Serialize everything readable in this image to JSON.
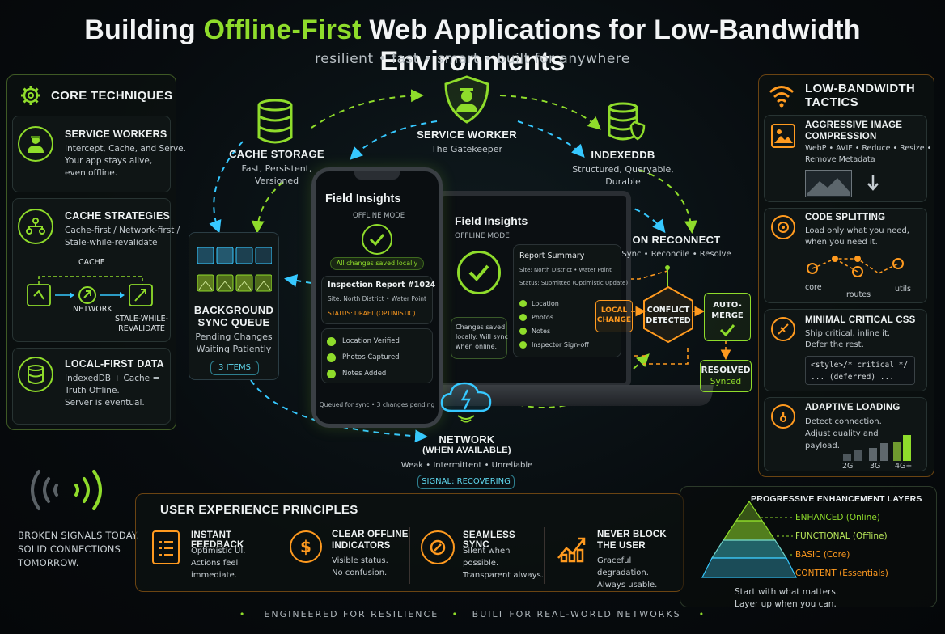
{
  "header": {
    "title_a": "Building ",
    "title_hl": "Offline-First",
    "title_b": " Web Applications for Low-Bandwidth Environments",
    "subtitle": "resilient • fast • smart • built for anywhere"
  },
  "core": {
    "heading": "CORE TECHNIQUES",
    "service_workers": {
      "title": "SERVICE WORKERS",
      "l1": "Intercept, Cache, and Serve.",
      "l2": "Your app stays alive,",
      "l3": "even offline."
    },
    "cache_strategies": {
      "title": "CACHE STRATEGIES",
      "l1": "Cache-first / Network-first /",
      "l2": "Stale-while-revalidate",
      "cache": "CACHE",
      "network": "NETWORK",
      "swr1": "STALE-WHILE-",
      "swr2": "REVALIDATE"
    },
    "local_first": {
      "title": "LOCAL-FIRST DATA",
      "l1": "IndexedDB + Cache =",
      "l2": "Truth Offline.",
      "l3": "Server is eventual."
    }
  },
  "flow": {
    "cache_storage": {
      "title": "CACHE STORAGE",
      "l1": "Fast, Persistent,",
      "l2": "Versioned"
    },
    "service_worker": {
      "title": "SERVICE WORKER",
      "sub": "The Gatekeeper"
    },
    "indexeddb": {
      "title": "INDEXEDDB",
      "l1": "Structured, Queryable,",
      "l2": "Durable"
    },
    "sync_queue": {
      "t1": "BACKGROUND",
      "t2": "SYNC QUEUE",
      "l1": "Pending Changes",
      "l2": "Waiting Patiently",
      "badge": "3 ITEMS"
    },
    "on_reconnect": {
      "title": "ON RECONNECT",
      "sub": "Sync • Reconcile • Resolve"
    },
    "local_change": {
      "l1": "LOCAL",
      "l2": "CHANGE"
    },
    "conflict": {
      "l1": "CONFLICT",
      "l2": "DETECTED"
    },
    "automerge": {
      "l1": "AUTO-",
      "l2": "MERGE"
    },
    "resolved": {
      "l1": "RESOLVED",
      "l2": "Synced"
    },
    "network": {
      "t1": "NETWORK",
      "t2": "(WHEN AVAILABLE)",
      "sub": "Weak • Intermittent • Unreliable",
      "badge": "SIGNAL: RECOVERING"
    }
  },
  "phone": {
    "app": "Field Insights",
    "mode": "OFFLINE MODE",
    "saved": "All changes saved locally",
    "report": "Inspection Report #1024",
    "site": "Site: North District • Water Point",
    "status": "STATUS: DRAFT (OPTIMISTIC)",
    "items": [
      "Location Verified",
      "Photos Captured",
      "Notes Added"
    ],
    "footer": "Queued for sync • 3 changes pending"
  },
  "laptop": {
    "app": "Field Insights",
    "mode": "OFFLINE MODE",
    "note_l1": "Changes saved",
    "note_l2": "locally. Will sync",
    "note_l3": "when online.",
    "summary": "Report Summary",
    "site": "Site: North District • Water Point",
    "status": "Status: Submitted (Optimistic Update)",
    "items": [
      "Location",
      "Photos",
      "Notes",
      "Inspector Sign-off"
    ]
  },
  "tactics": {
    "h1": "LOW-BANDWIDTH",
    "h2": "TACTICS",
    "image": {
      "t1": "AGGRESSIVE IMAGE",
      "t2": "COMPRESSION",
      "l1": "WebP • AVIF • Reduce • Resize •",
      "l2": "Remove Metadata"
    },
    "splitting": {
      "title": "CODE SPLITTING",
      "l1": "Load only what you need,",
      "l2": "when you need it.",
      "core": "core",
      "routes": "routes",
      "utils": "utils"
    },
    "css": {
      "title": "MINIMAL CRITICAL CSS",
      "l1": "Ship critical, inline it.",
      "l2": "Defer the rest.",
      "code1": "<style>/* critical */",
      "code2": "... (deferred) ..."
    },
    "adaptive": {
      "title": "ADAPTIVE LOADING",
      "l1": "Detect connection.",
      "l2": "Adjust quality and",
      "l3": "payload.",
      "bars": [
        "2G",
        "3G",
        "4G+"
      ]
    }
  },
  "signal": {
    "l1": "BROKEN SIGNALS TODAY.",
    "l2": "SOLID CONNECTIONS",
    "l3": "TOMORROW."
  },
  "ux": {
    "heading": "USER EXPERIENCE PRINCIPLES",
    "items": [
      {
        "t1": "INSTANT FEEDBACK",
        "t2": "",
        "l1": "Optimistic UI.",
        "l2": "Actions feel immediate."
      },
      {
        "t1": "CLEAR OFFLINE",
        "t2": "INDICATORS",
        "l1": "Visible status.",
        "l2": "No confusion."
      },
      {
        "t1": "SEAMLESS SYNC",
        "t2": "",
        "l1": "Silent when possible.",
        "l2": "Transparent always."
      },
      {
        "t1": "NEVER BLOCK",
        "t2": "THE USER",
        "l1": "Graceful degradation.",
        "l2": "Always usable."
      }
    ]
  },
  "pe": {
    "heading": "PROGRESSIVE ENHANCEMENT LAYERS",
    "layers": [
      "ENHANCED (Online)",
      "FUNCTIONAL (Offline)",
      "BASIC (Core)",
      "CONTENT (Essentials)"
    ],
    "l1": "Start with what matters.",
    "l2": "Layer up when you can."
  },
  "footer": {
    "a": "ENGINEERED FOR RESILIENCE",
    "b": "BUILT FOR REAL-WORLD NETWORKS"
  },
  "colors": {
    "accent_green": "#8fdc2b",
    "accent_orange": "#ff9a1f",
    "accent_cyan": "#36c8ff"
  }
}
